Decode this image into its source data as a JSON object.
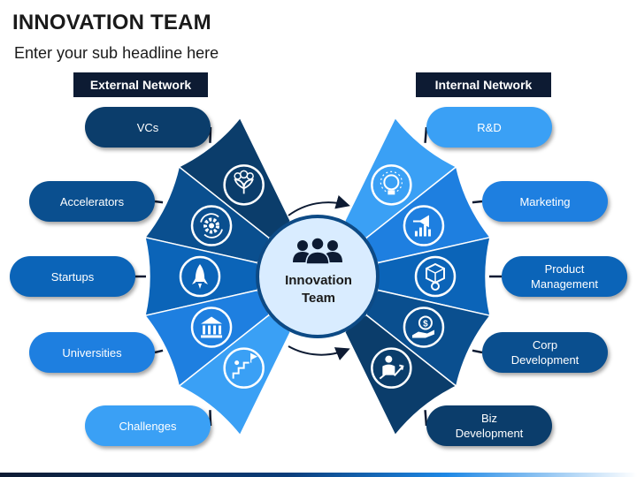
{
  "title": "INNOVATION TEAM",
  "subtitle": "Enter your sub headline here",
  "headers": {
    "external": "External Network",
    "internal": "Internal Network"
  },
  "center": {
    "label": "Innovation\nTeam",
    "icon": "people-group-icon"
  },
  "external_items": [
    {
      "label": "VCs",
      "icon": "money-plant-icon",
      "color": "#0b3d6b"
    },
    {
      "label": "Accelerators",
      "icon": "gear-cycle-icon",
      "color": "#0a4f8f"
    },
    {
      "label": "Startups",
      "icon": "rocket-icon",
      "color": "#0b64b8"
    },
    {
      "label": "Universities",
      "icon": "university-building-icon",
      "color": "#1e7fe0"
    },
    {
      "label": "Challenges",
      "icon": "climb-flag-icon",
      "color": "#3aa0f5"
    }
  ],
  "internal_items": [
    {
      "label": "R&D",
      "icon": "lightbulb-gear-icon",
      "color": "#3aa0f5"
    },
    {
      "label": "Marketing",
      "icon": "megaphone-chart-icon",
      "color": "#1e7fe0"
    },
    {
      "label": "Product\nManagement",
      "icon": "product-box-gear-icon",
      "color": "#0b64b8"
    },
    {
      "label": "Corp\nDevelopment",
      "icon": "dollar-hand-icon",
      "color": "#0a4f8f"
    },
    {
      "label": "Biz\nDevelopment",
      "icon": "growth-person-icon",
      "color": "#0b3d6b"
    }
  ]
}
